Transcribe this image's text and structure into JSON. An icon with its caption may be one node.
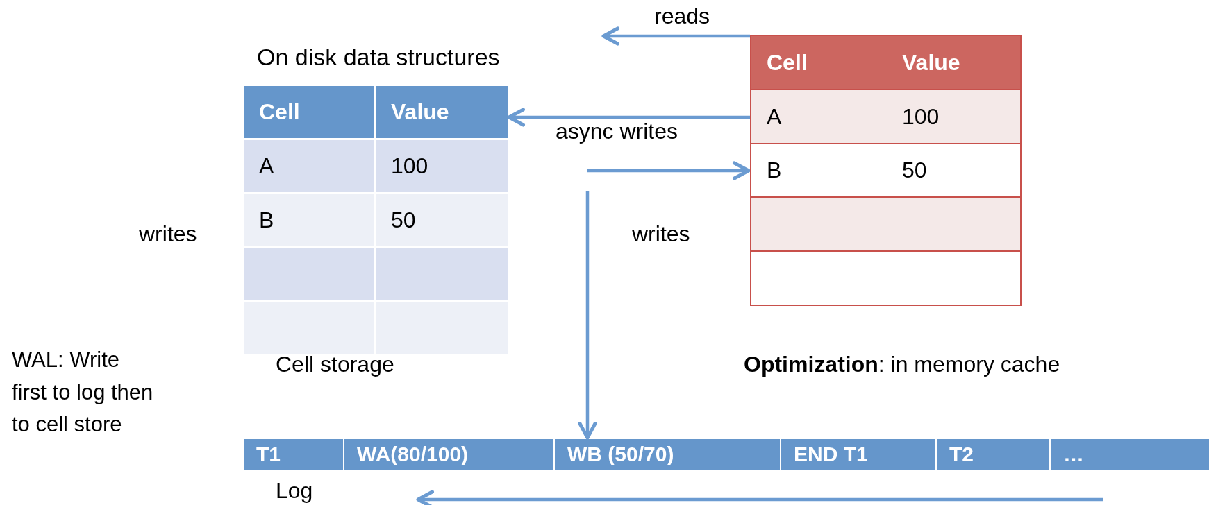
{
  "diagram": {
    "nodes": [
      {
        "text": [
          "On disk data structures",
          "Cell",
          "Value",
          "A",
          "100",
          "B",
          "50"
        ],
        "beside": [
          "Cell storage"
        ]
      },
      {
        "text": [
          "Cell",
          "Value",
          "A",
          "100",
          "B",
          "50"
        ]
      },
      {
        "text": [
          "T1",
          "WA(80/100)",
          "WB (50/70)",
          "END T1",
          "T2",
          "…"
        ],
        "beside": [
          "Log"
        ]
      }
    ],
    "edges": [
      {
        "from": 1,
        "to": null,
        "arrow": "to",
        "label": "reads"
      },
      {
        "from": 1,
        "to": 0,
        "arrow": "to",
        "label": "async writes"
      },
      {
        "from": null,
        "to": 1,
        "arrow": "to"
      },
      {
        "from": null,
        "to": 2,
        "arrow": "to"
      }
    ],
    "labels": [
      "writes",
      "writes",
      "WAL: Write first to log then to cell store",
      "**Optimization**: in memory cache"
    ]
  }
}
